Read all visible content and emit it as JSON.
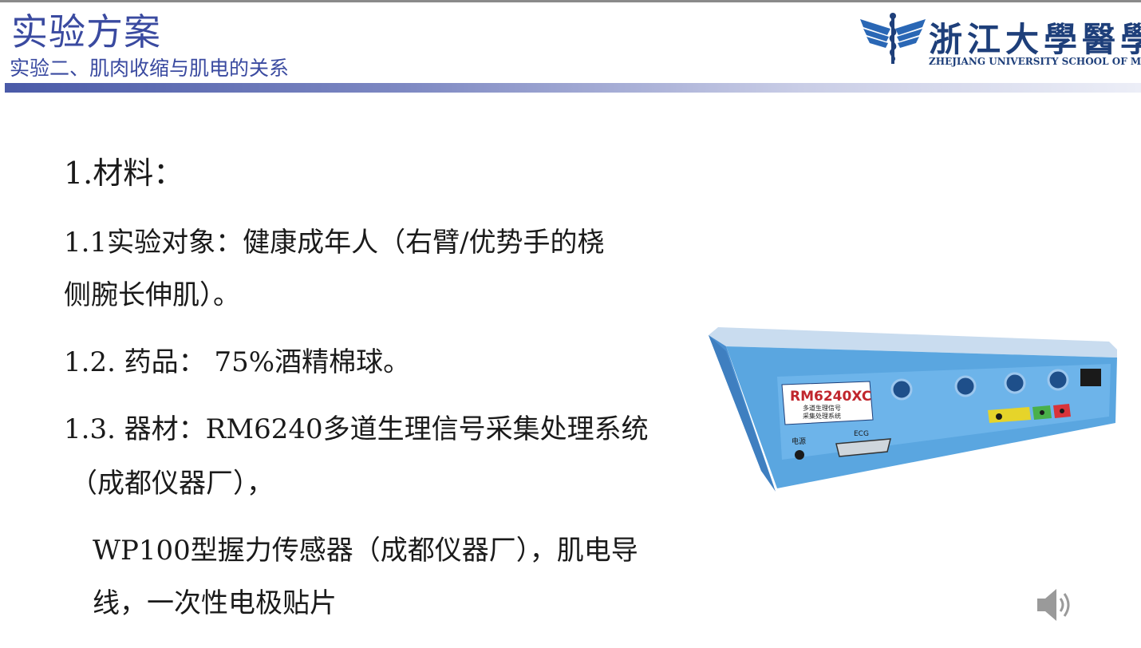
{
  "header": {
    "title": "实验方案",
    "subtitle": "实验二、肌肉收缩与肌电的关系"
  },
  "logo": {
    "icon": "university-emblem-icon",
    "cn_text": "浙江大學醫學",
    "en_text": "ZHEJIANG UNIVERSITY SCHOOL OF MEI"
  },
  "content": {
    "heading": "1.材料：",
    "item1_line1": "1.1实验对象：健康成年人（右臂/优势手的桡",
    "item1_line2": "侧腕长伸肌）。",
    "item2": "1.2. 药品： 75%酒精棉球。",
    "item3_line1": "1.3. 器材：RM6240多道生理信号采集处理系统",
    "item3_line2": "（成都仪器厂），",
    "item3_line3": "WP100型握力传感器（成都仪器厂），肌电导",
    "item3_line4": "线，一次性电极贴片"
  },
  "device": {
    "model": "RM6240XC",
    "label_line1": "多道生理信号",
    "label_line2": "采集处理系统",
    "port_label": "ECG",
    "power_label": "电源"
  },
  "colors": {
    "title": "#3a4aa0",
    "logo": "#1e3f7a",
    "device_case": "#5aa6e0"
  },
  "speaker_icon": "speaker-icon"
}
